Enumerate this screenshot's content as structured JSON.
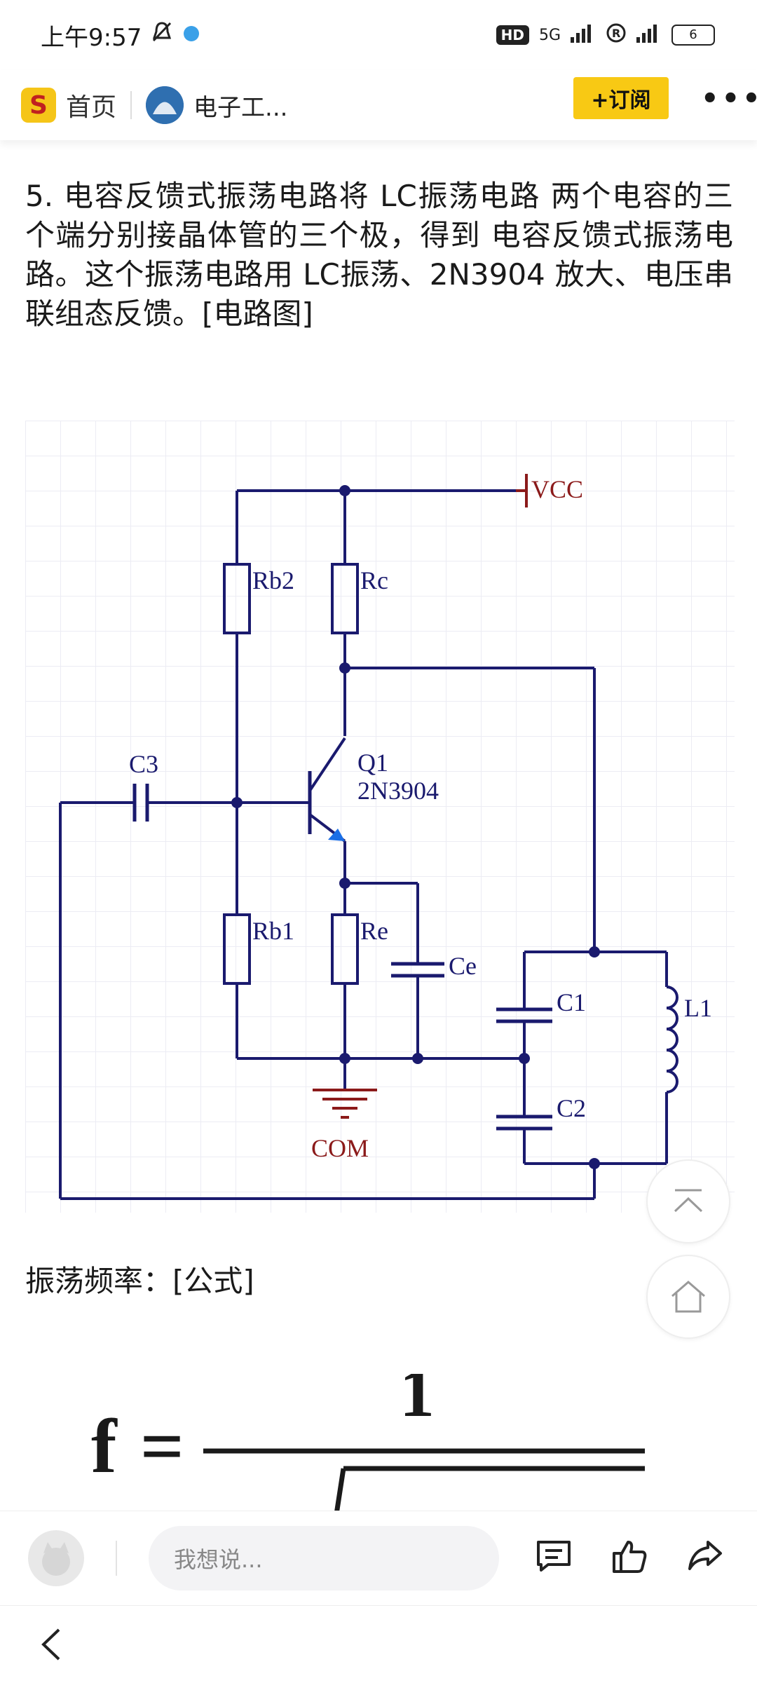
{
  "status_bar": {
    "time": "上午9:57",
    "network": "5G",
    "battery": "6"
  },
  "top_bar": {
    "home_label": "首页",
    "channel_name": "电子工...",
    "subscribe_label": "+订阅"
  },
  "article": {
    "paragraph": "5. 电容反馈式振荡电路将 LC振荡电路 两个电容的三个端分别接晶体管的三个极，得到 电容反馈式振荡电路。这个振荡电路用 LC振荡、2N3904 放大、电压串联组态反馈。[电路图]",
    "freq_label": "振荡频率：[公式]"
  },
  "circuit": {
    "labels": {
      "vcc": "VCC",
      "rb2": "Rb2",
      "rc": "Rc",
      "c3": "C3",
      "q1": "Q1",
      "q1_part": "2N3904",
      "rb1": "Rb1",
      "re": "Re",
      "ce": "Ce",
      "c1": "C1",
      "l1": "L1",
      "c2": "C2",
      "com": "COM"
    },
    "wire_color": "#1a1a6e",
    "label_color": "#8b1a1a"
  },
  "formula": {
    "lhs": "f",
    "equals": "=",
    "numerator": "1"
  },
  "bottom_bar": {
    "comment_placeholder": "我想说..."
  }
}
